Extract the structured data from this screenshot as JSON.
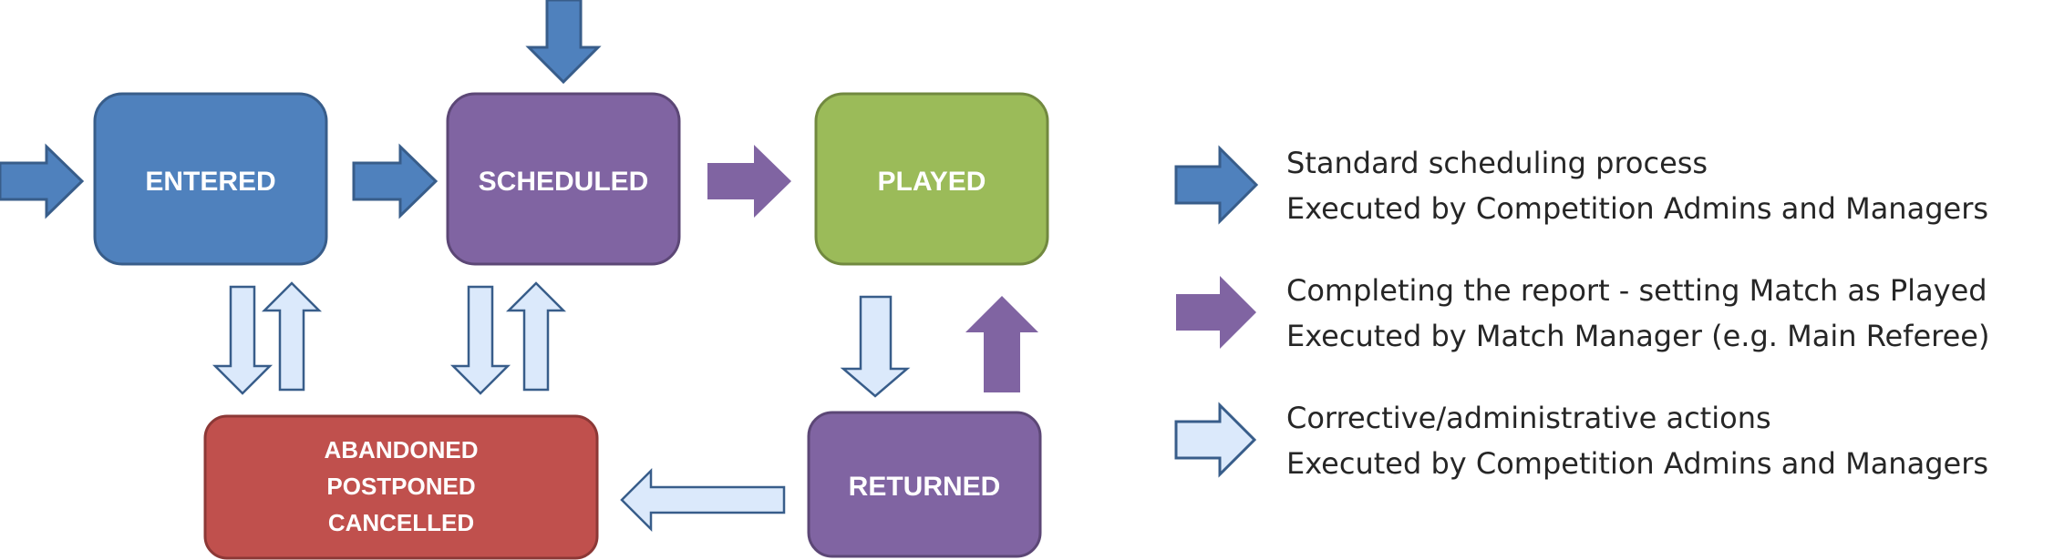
{
  "states": {
    "entered": {
      "label": "ENTERED"
    },
    "scheduled": {
      "label": "SCHEDULED"
    },
    "played": {
      "label": "PLAYED"
    },
    "returned": {
      "label": "RETURNED"
    },
    "abandoned": {
      "lines": [
        "ABANDONED",
        "POSTPONED",
        "CANCELLED"
      ]
    }
  },
  "legend": [
    {
      "icon": "solid-blue-arrow-icon",
      "line1": "Standard scheduling process",
      "line2": "Executed by Competition Admins and Managers"
    },
    {
      "icon": "solid-purple-arrow-icon",
      "line1": "Completing the report - setting Match as Played",
      "line2": "Executed by Match Manager (e.g. Main Referee)"
    },
    {
      "icon": "outline-light-blue-arrow-icon",
      "line1": "Corrective/administrative actions",
      "line2": "Executed by Competition Admins and Managers"
    }
  ],
  "colors": {
    "entered": "#4f81bd",
    "scheduled": "#8064a2",
    "played": "#9bbb59",
    "returned": "#8064a2",
    "abandoned": "#c0504d",
    "standard_arrow": "#4f81bd",
    "report_arrow": "#8064a2",
    "corrective_arrow_fill": "#dbe9fb",
    "corrective_arrow_stroke": "#385d8a"
  }
}
